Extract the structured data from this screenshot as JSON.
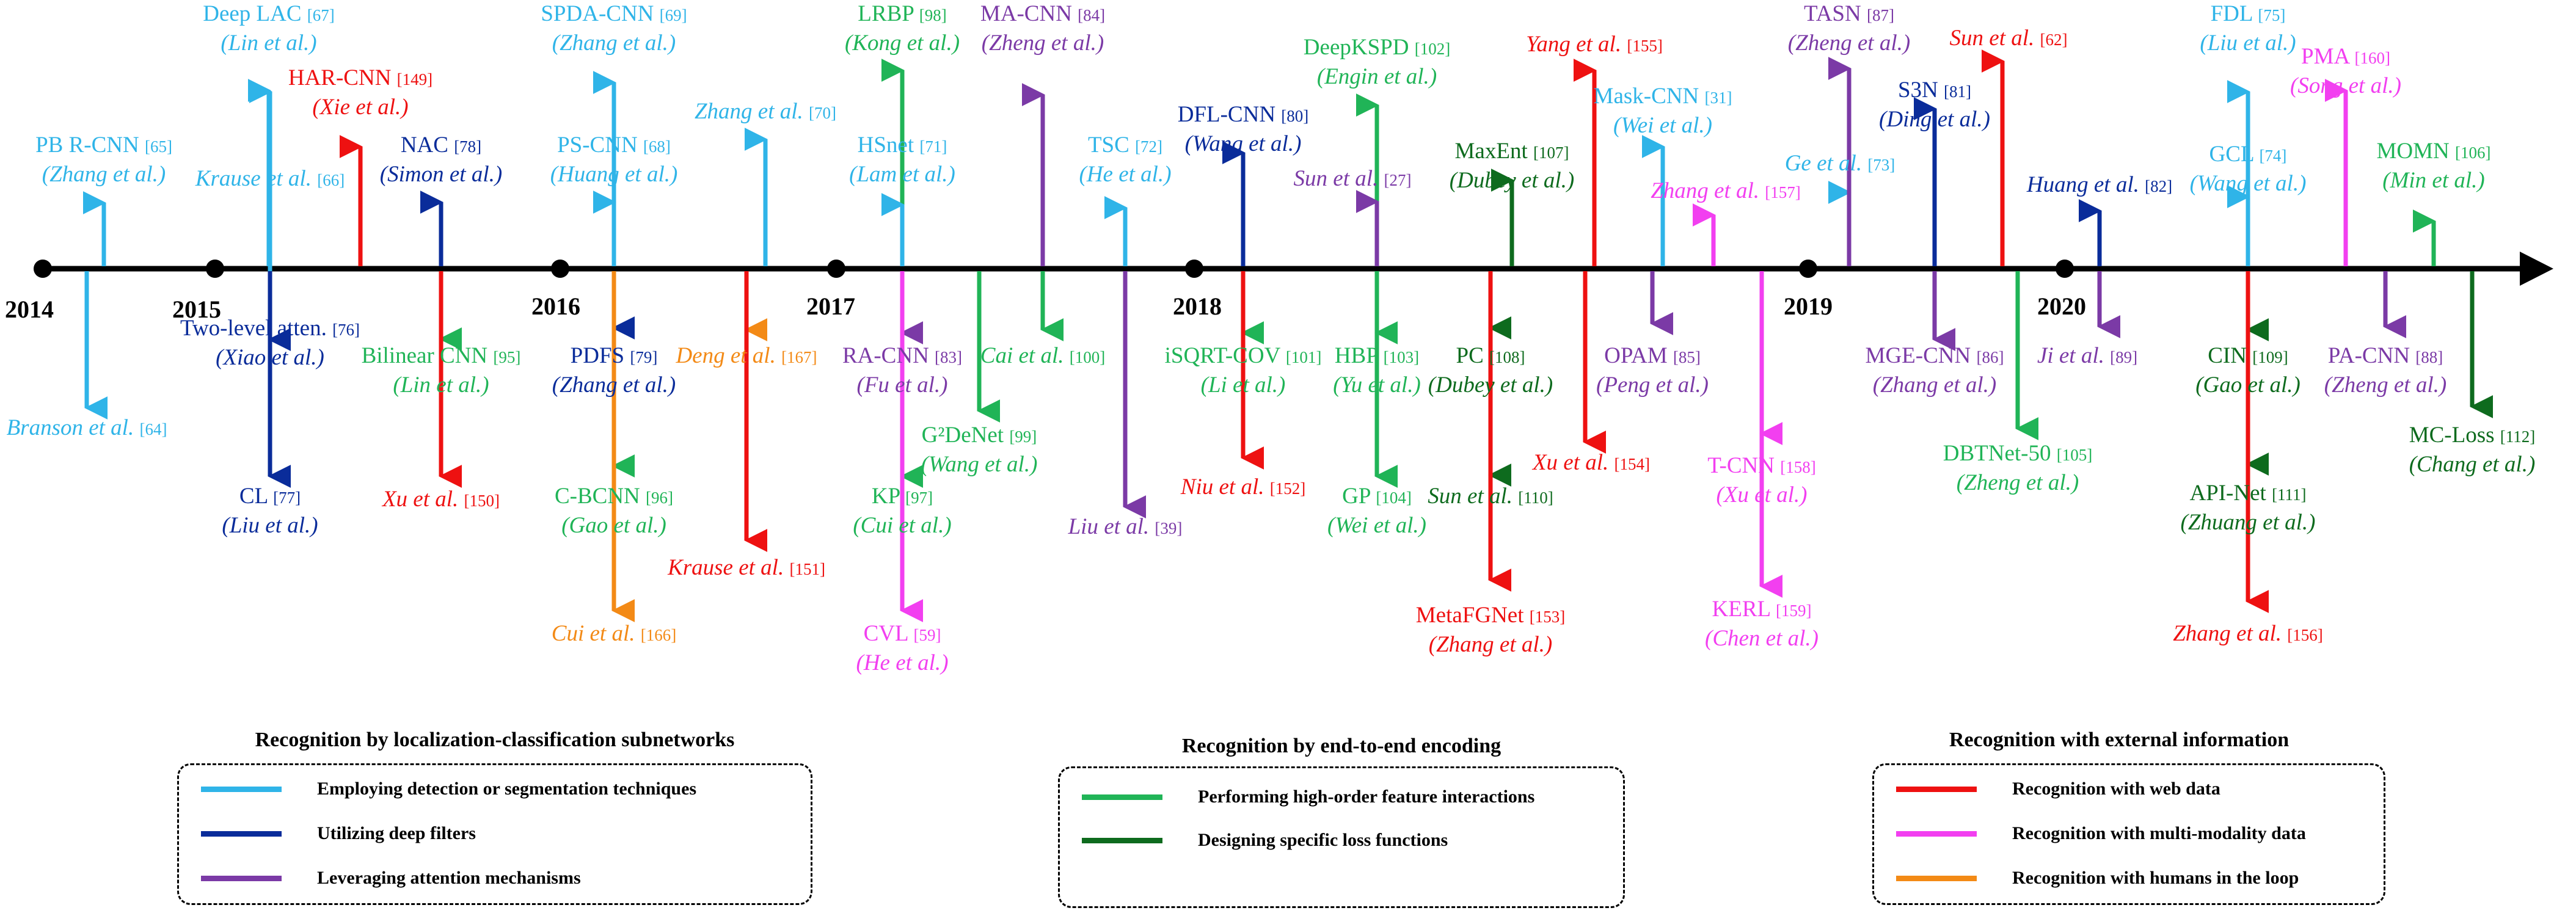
{
  "colors": {
    "detect": "#2fb4e8",
    "filters": "#0a2c9a",
    "attention": "#7b3aa6",
    "highorder": "#20b457",
    "loss": "#0e6b1e",
    "web": "#ee1111",
    "multimodal": "#f23ff0",
    "humans": "#f38a16",
    "axis": "#000000"
  },
  "years": [
    "2014",
    "2015",
    "2016",
    "2017",
    "2018",
    "2019",
    "2020"
  ],
  "methods": [
    {
      "name": "PB R-CNN",
      "ref": "[65]",
      "author": "Zhang et al.",
      "cat": "detect"
    },
    {
      "name": "",
      "ref": "[64]",
      "author": "Branson et al.",
      "cat": "detect"
    },
    {
      "name": "Deep LAC",
      "ref": "[67]",
      "author": "Lin et al.",
      "cat": "detect"
    },
    {
      "name": "",
      "ref": "[66]",
      "author": "Krause et al.",
      "cat": "detect"
    },
    {
      "name": "Two-level atten.",
      "ref": "[76]",
      "author": "Xiao et al.",
      "cat": "filters"
    },
    {
      "name": "CL",
      "ref": "[77]",
      "author": "Liu et al.",
      "cat": "filters"
    },
    {
      "name": "HAR-CNN",
      "ref": "[149]",
      "author": "Xie et al.",
      "cat": "web"
    },
    {
      "name": "NAC",
      "ref": "[78]",
      "author": "Simon et al.",
      "cat": "filters"
    },
    {
      "name": "Bilinear CNN",
      "ref": "[95]",
      "author": "Lin et al.",
      "cat": "highorder"
    },
    {
      "name": "",
      "ref": "[150]",
      "author": "Xu et al.",
      "cat": "web"
    },
    {
      "name": "SPDA-CNN",
      "ref": "[69]",
      "author": "Zhang et al.",
      "cat": "detect"
    },
    {
      "name": "PS-CNN",
      "ref": "[68]",
      "author": "Huang et al.",
      "cat": "detect"
    },
    {
      "name": "PDFS",
      "ref": "[79]",
      "author": "Zhang et al.",
      "cat": "filters"
    },
    {
      "name": "C-BCNN",
      "ref": "[96]",
      "author": "Gao et al.",
      "cat": "highorder"
    },
    {
      "name": "",
      "ref": "[166]",
      "author": "Cui et al.",
      "cat": "humans"
    },
    {
      "name": "",
      "ref": "[70]",
      "author": "Zhang et al.",
      "cat": "detect"
    },
    {
      "name": "",
      "ref": "[167]",
      "author": "Deng et al.",
      "cat": "humans"
    },
    {
      "name": "",
      "ref": "[151]",
      "author": "Krause et al.",
      "cat": "web"
    },
    {
      "name": "LRBP",
      "ref": "[98]",
      "author": "Kong et al.",
      "cat": "highorder"
    },
    {
      "name": "HSnet",
      "ref": "[71]",
      "author": "Lam et al.",
      "cat": "detect"
    },
    {
      "name": "RA-CNN",
      "ref": "[83]",
      "author": "Fu et al.",
      "cat": "attention"
    },
    {
      "name": "KP",
      "ref": "[97]",
      "author": "Cui et al.",
      "cat": "highorder"
    },
    {
      "name": "CVL",
      "ref": "[59]",
      "author": "He et al.",
      "cat": "multimodal"
    },
    {
      "name": "G²DeNet",
      "ref": "[99]",
      "author": "Wang et al.",
      "cat": "highorder"
    },
    {
      "name": "MA-CNN",
      "ref": "[84]",
      "author": "Zheng et al.",
      "cat": "attention"
    },
    {
      "name": "",
      "ref": "[100]",
      "author": "Cai et al.",
      "cat": "highorder"
    },
    {
      "name": "TSC",
      "ref": "[72]",
      "author": "He et al.",
      "cat": "detect"
    },
    {
      "name": "",
      "ref": "[39]",
      "author": "Liu et al.",
      "cat": "attention"
    },
    {
      "name": "DFL-CNN",
      "ref": "[80]",
      "author": "Wang et al.",
      "cat": "filters"
    },
    {
      "name": "iSQRT-COV",
      "ref": "[101]",
      "author": "Li et al.",
      "cat": "highorder"
    },
    {
      "name": "",
      "ref": "[152]",
      "author": "Niu et al.",
      "cat": "web"
    },
    {
      "name": "DeepKSPD",
      "ref": "[102]",
      "author": "Engin et al.",
      "cat": "highorder"
    },
    {
      "name": "",
      "ref": "[27]",
      "author": "Sun et al.",
      "cat": "attention"
    },
    {
      "name": "HBP",
      "ref": "[103]",
      "author": "Yu et al.",
      "cat": "highorder"
    },
    {
      "name": "GP",
      "ref": "[104]",
      "author": "Wei et al.",
      "cat": "highorder"
    },
    {
      "name": "MaxEnt",
      "ref": "[107]",
      "author": "Dubey et al.",
      "cat": "loss"
    },
    {
      "name": "PC",
      "ref": "[108]",
      "author": "Dubey et al.",
      "cat": "loss"
    },
    {
      "name": "",
      "ref": "[110]",
      "author": "Sun et al.",
      "cat": "loss"
    },
    {
      "name": "MetaFGNet",
      "ref": "[153]",
      "author": "Zhang et al.",
      "cat": "web"
    },
    {
      "name": "",
      "ref": "[155]",
      "author": "Yang et al.",
      "cat": "web"
    },
    {
      "name": "",
      "ref": "[154]",
      "author": "Xu et al.",
      "cat": "web"
    },
    {
      "name": "Mask-CNN",
      "ref": "[31]",
      "author": "Wei et al.",
      "cat": "detect"
    },
    {
      "name": "OPAM",
      "ref": "[85]",
      "author": "Peng et al.",
      "cat": "attention"
    },
    {
      "name": "",
      "ref": "[157]",
      "author": "Zhang et al.",
      "cat": "multimodal"
    },
    {
      "name": "T-CNN",
      "ref": "[158]",
      "author": "Xu et al.",
      "cat": "multimodal"
    },
    {
      "name": "KERL",
      "ref": "[159]",
      "author": "Chen et al.",
      "cat": "multimodal"
    },
    {
      "name": "",
      "ref": "[73]",
      "author": "Ge et al.",
      "cat": "detect"
    },
    {
      "name": "TASN",
      "ref": "[87]",
      "author": "Zheng et al.",
      "cat": "attention"
    },
    {
      "name": "S3N",
      "ref": "[81]",
      "author": "Ding et al.",
      "cat": "filters"
    },
    {
      "name": "MGE-CNN",
      "ref": "[86]",
      "author": "Zhang et al.",
      "cat": "attention"
    },
    {
      "name": "",
      "ref": "[62]",
      "author": "Sun et al.",
      "cat": "web"
    },
    {
      "name": "DBTNet-50",
      "ref": "[105]",
      "author": "Zheng et al.",
      "cat": "highorder"
    },
    {
      "name": "",
      "ref": "[82]",
      "author": "Huang et al.",
      "cat": "filters"
    },
    {
      "name": "",
      "ref": "[89]",
      "author": "Ji et al.",
      "cat": "attention"
    },
    {
      "name": "FDL",
      "ref": "[75]",
      "author": "Liu et al.",
      "cat": "detect"
    },
    {
      "name": "GCL",
      "ref": "[74]",
      "author": "Wang et al.",
      "cat": "detect"
    },
    {
      "name": "CIN",
      "ref": "[109]",
      "author": "Gao et al.",
      "cat": "loss"
    },
    {
      "name": "API-Net",
      "ref": "[111]",
      "author": "Zhuang et al.",
      "cat": "loss"
    },
    {
      "name": "",
      "ref": "[156]",
      "author": "Zhang et al.",
      "cat": "web"
    },
    {
      "name": "PMA",
      "ref": "[160]",
      "author": "Song et al.",
      "cat": "multimodal"
    },
    {
      "name": "PA-CNN",
      "ref": "[88]",
      "author": "Zheng et al.",
      "cat": "attention"
    },
    {
      "name": "MOMN",
      "ref": "[106]",
      "author": "Min et al.",
      "cat": "highorder"
    },
    {
      "name": "MC-Loss",
      "ref": "[112]",
      "author": "Chang et al.",
      "cat": "loss"
    }
  ],
  "legend": {
    "groups": [
      {
        "title": "Recognition by localization-classification subnetworks",
        "items": [
          {
            "label": "Employing detection or segmentation techniques",
            "cat": "detect"
          },
          {
            "label": "Utilizing deep filters",
            "cat": "filters"
          },
          {
            "label": "Leveraging attention mechanisms",
            "cat": "attention"
          }
        ]
      },
      {
        "title": "Recognition by end-to-end encoding",
        "items": [
          {
            "label": "Performing high-order feature interactions",
            "cat": "highorder"
          },
          {
            "label": "Designing specific loss functions",
            "cat": "loss"
          }
        ]
      },
      {
        "title": "Recognition with external information",
        "items": [
          {
            "label": "Recognition with web data",
            "cat": "web"
          },
          {
            "label": "Recognition with multi-modality data",
            "cat": "multimodal"
          },
          {
            "label": "Recognition with humans in the loop",
            "cat": "humans"
          }
        ]
      }
    ]
  }
}
